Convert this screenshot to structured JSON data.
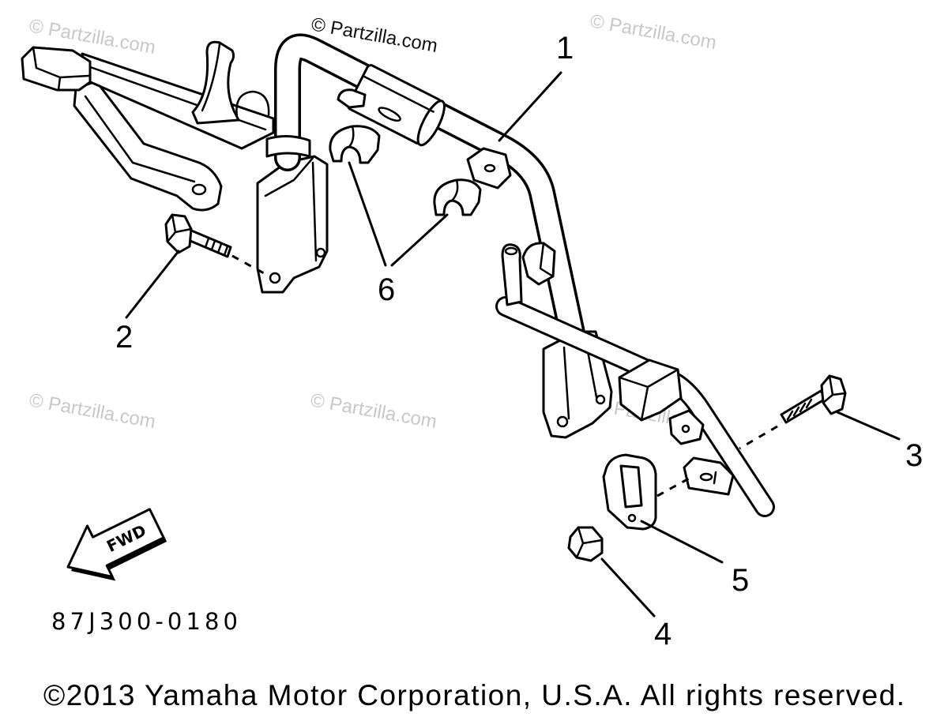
{
  "colors": {
    "line": "#000000",
    "background": "#ffffff",
    "watermark": "#c8c8c8",
    "credit": "#111111"
  },
  "watermark": {
    "text": "© Partzilla.com"
  },
  "callouts": {
    "part_1": "1",
    "part_2": "2",
    "part_3": "3",
    "part_4": "4",
    "part_5": "5",
    "part_6": "6"
  },
  "fwd_arrow": {
    "label": "FWD",
    "icon": "forward-arrow-icon"
  },
  "drawing_code": "87J300-0180",
  "copyright": "©2013 Yamaha Motor Corporation, U.S.A. All rights reserved."
}
